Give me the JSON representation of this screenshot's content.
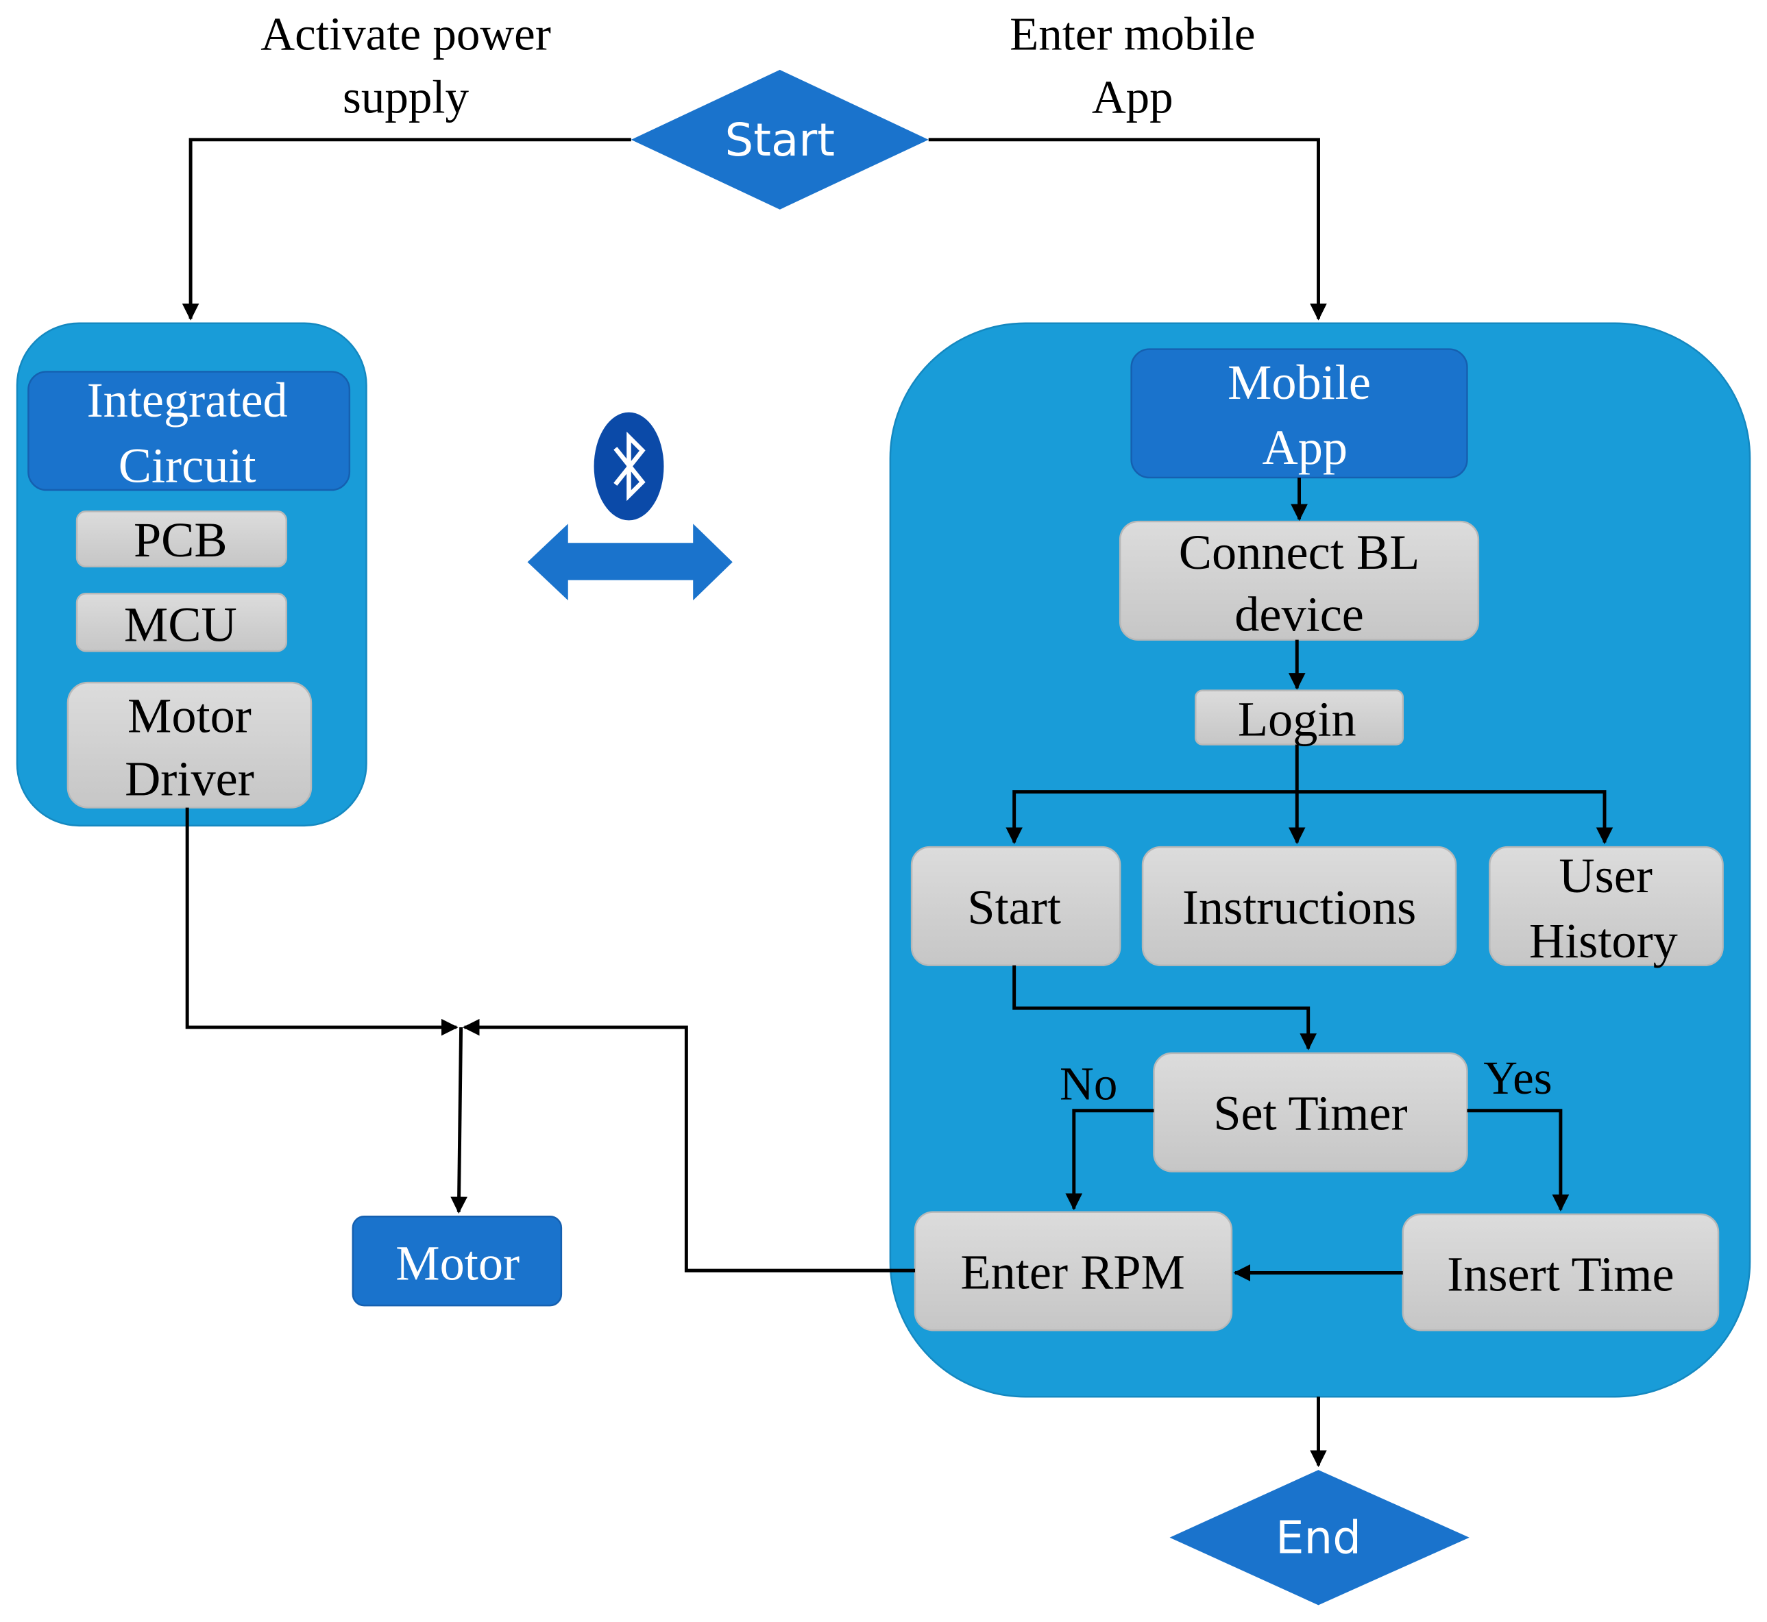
{
  "colors": {
    "container": "#199cd8",
    "dark_box": "#1a73cc",
    "gray_box": "#d4d4d4",
    "bluetooth": "#0b4aa8",
    "line": "#000000"
  },
  "labels": {
    "activate_1": "Activate power",
    "activate_2": "supply",
    "enter_1": "Enter mobile",
    "enter_2": "App"
  },
  "start": "Start",
  "end": "End",
  "left": {
    "ic_1": "Integrated",
    "ic_2": "Circuit",
    "pcb": "PCB",
    "mcu": "MCU",
    "driver_1": "Motor",
    "driver_2": "Driver"
  },
  "motor": "Motor",
  "icons": {
    "bluetooth": "bluetooth-icon",
    "arrow": "double-arrow-icon"
  },
  "right": {
    "app_1": "Mobile",
    "app_2": "App",
    "connect_1": "Connect BL",
    "connect_2": "device",
    "login": "Login",
    "start": "Start",
    "instructions": "Instructions",
    "history_1": "User",
    "history_2": "History",
    "set_timer": "Set Timer",
    "no": "No",
    "yes": "Yes",
    "enter_rpm": "Enter RPM",
    "insert_time": "Insert Time"
  }
}
